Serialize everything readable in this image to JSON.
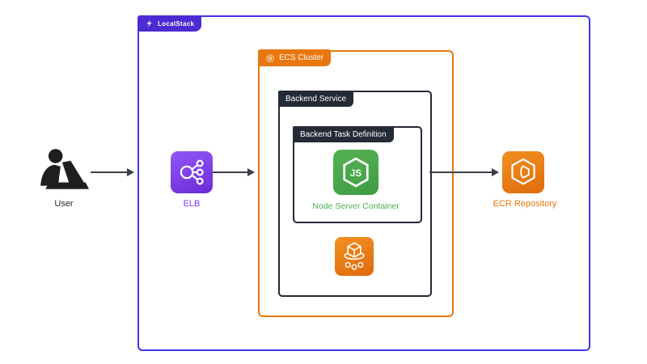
{
  "diagram": {
    "localstack_badge": {
      "label": "LocalStack"
    },
    "ecs_cluster_badge": {
      "label": "ECS Cluster"
    },
    "backend_service_badge": {
      "label": "Backend Service"
    },
    "backend_task_badge": {
      "label": "Backend Task Definition"
    },
    "nodes": {
      "user": {
        "label": "User"
      },
      "elb": {
        "label": "ELB"
      },
      "node_server": {
        "label": "Node Server Container",
        "glyph": "JS"
      },
      "ecr": {
        "label": "ECR Repository"
      }
    },
    "colors": {
      "localstack_border": "#4135e8",
      "localstack_badge_bg": "#4d2bd3",
      "aws_orange": "#e8770e",
      "dark_box": "#242a36",
      "node_green": "#4caf50",
      "elb_purple": "#7b3bf2",
      "arrow": "#3a3f47"
    }
  }
}
